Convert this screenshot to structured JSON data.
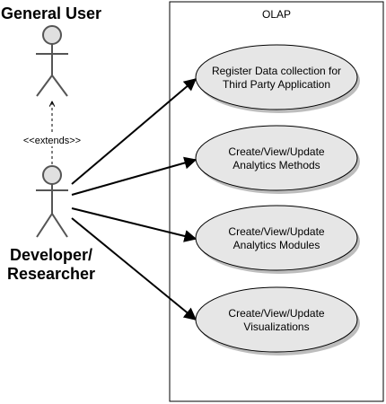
{
  "actors": {
    "general_user": {
      "name": "General User"
    },
    "developer": {
      "name_lines": [
        "Developer/",
        "Researcher"
      ]
    }
  },
  "relationship": {
    "label": "<<extends>>"
  },
  "system": {
    "title": "OLAP"
  },
  "use_cases": [
    {
      "lines": [
        "Register Data collection for",
        "Third Party Application"
      ]
    },
    {
      "lines": [
        "Create/View/Update",
        "Analytics Methods"
      ]
    },
    {
      "lines": [
        "Create/View/Update",
        "Analytics Modules"
      ]
    },
    {
      "lines": [
        "Create/View/Update",
        "Visualizations"
      ]
    }
  ],
  "colors": {
    "actor_fill": "#e0e0e0",
    "usecase_fill": "#e6e6e6",
    "stroke": "#000000",
    "shadow": "#bdbdbd"
  }
}
